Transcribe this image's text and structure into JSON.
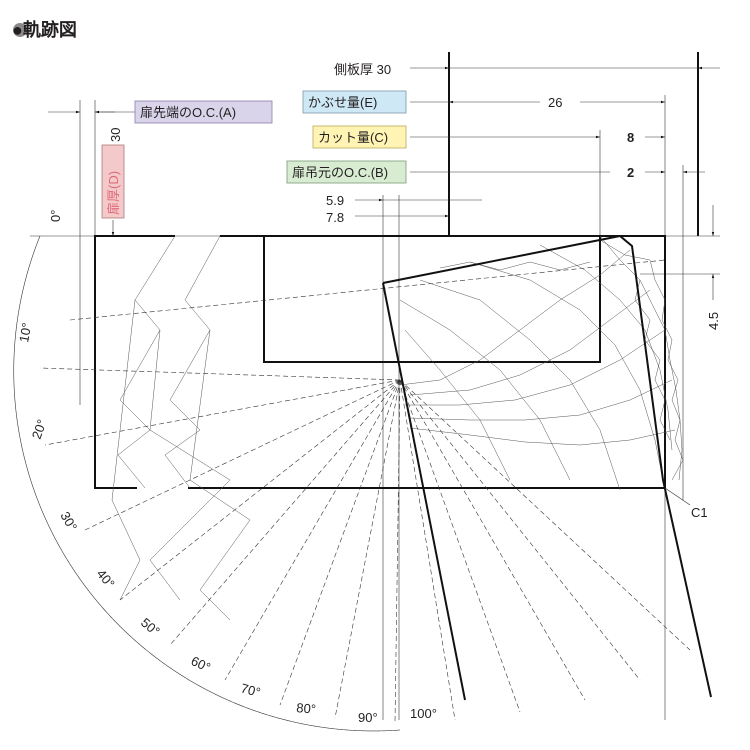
{
  "title": "●軌跡図",
  "labels": {
    "side_plate_thickness": "側板厚 30",
    "overlay_E": "かぶせ量(E)",
    "overlay_value": "26",
    "cut_C": "カット量(C)",
    "cut_value": "8",
    "hinge_oc_B": "扉吊元のO.C.(B)",
    "hinge_oc_value": "2",
    "tip_oc_A": "扉先端のO.C.(A)",
    "door_thickness_D": "扉厚(D)",
    "door_thickness_value": "30",
    "dim_5_9": "5.9",
    "dim_7_8": "7.8",
    "dim_4_5": "4.5",
    "c1": "C1"
  },
  "angles": [
    "0°",
    "10°",
    "20°",
    "30°",
    "40°",
    "50°",
    "60°",
    "70°",
    "80°",
    "90°",
    "100°"
  ],
  "colors": {
    "label_blue": "#cfe8f6",
    "label_yellow": "#fff4b3",
    "label_green": "#d8ecd2",
    "label_purple": "#d9d4ea",
    "label_pink": "#f4c9c9",
    "pink_text": "#e06b7a",
    "bullet": "#8a8a8a"
  }
}
